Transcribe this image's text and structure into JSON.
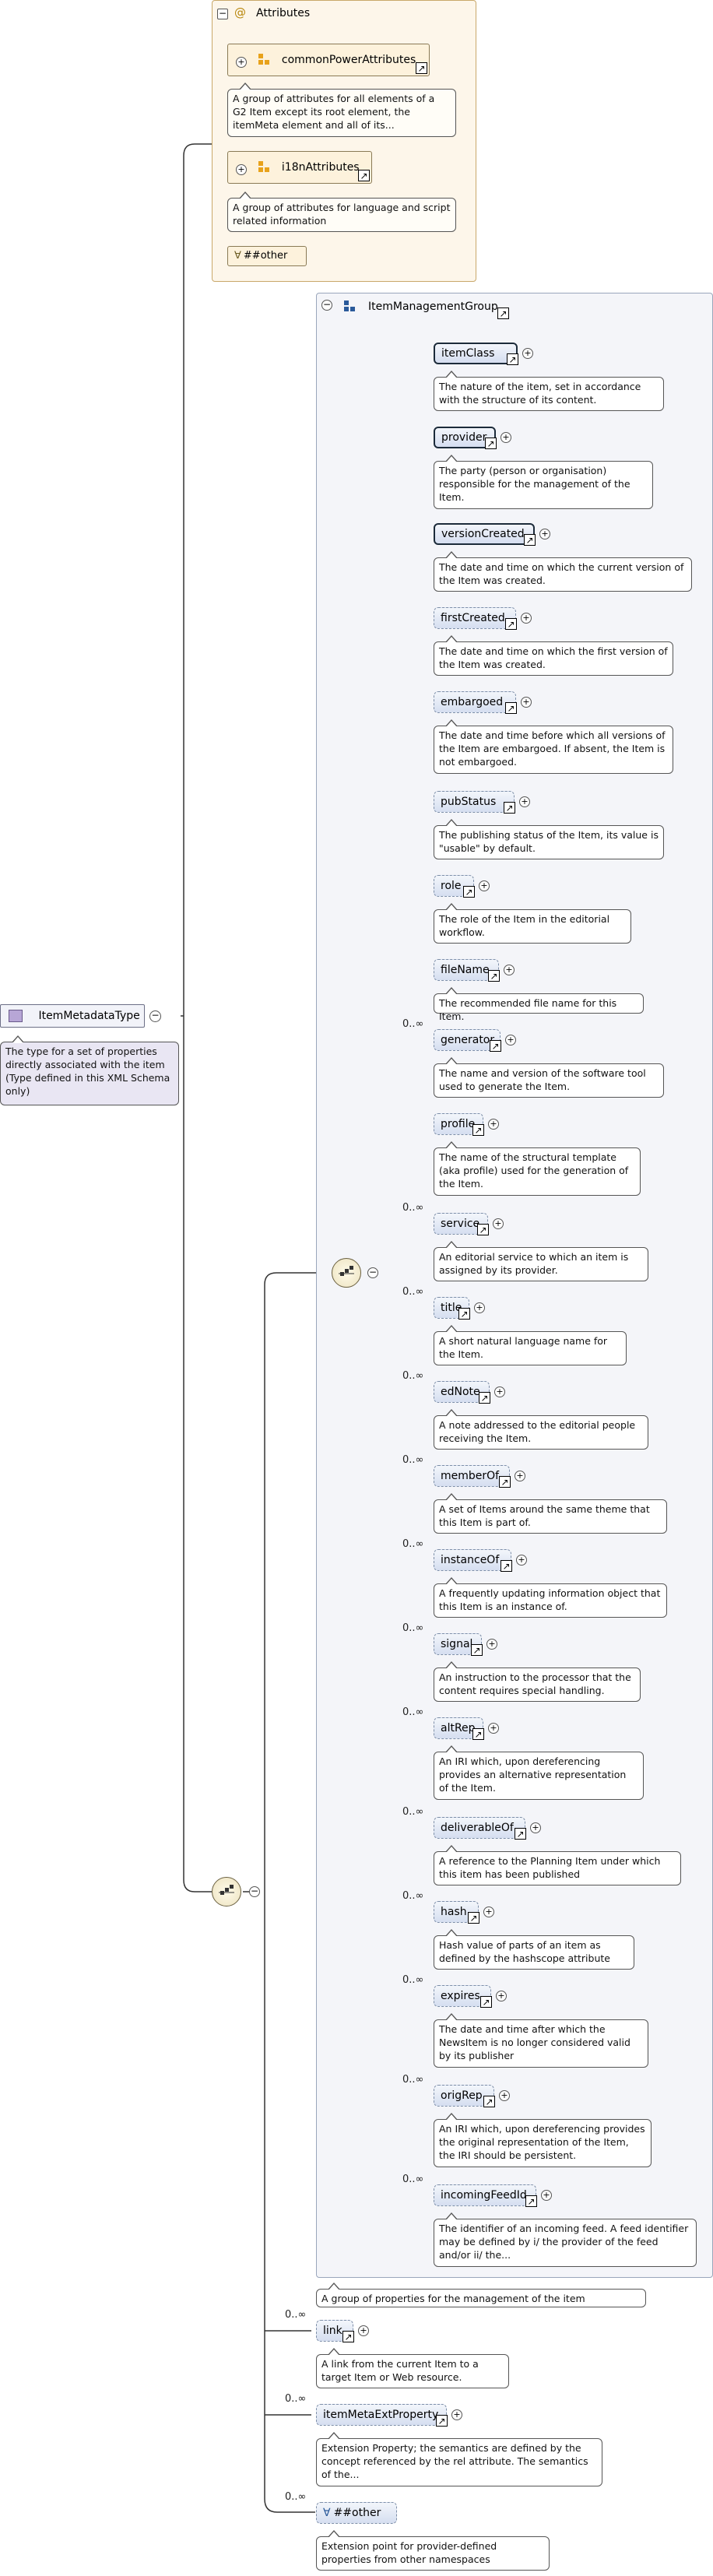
{
  "colors": {
    "element_fill": "#dbe3f2",
    "attribute_fill": "#fdf2dc",
    "group_fill": "#f4f5f9",
    "type_fill": "#f2f3f9",
    "type_desc_fill": "#e9e6f3"
  },
  "type": {
    "name": "ItemMetadataType",
    "description": "The type for a set of properties directly associated with the item (Type defined in this XML Schema only)"
  },
  "attributes": {
    "title": "Attributes",
    "items": [
      {
        "name": "commonPowerAttributes",
        "description": "A group of attributes for all elements of a G2 Item except its root element, the itemMeta element and all of its..."
      },
      {
        "name": "i18nAttributes",
        "description": "A group of attributes for language and script related information"
      }
    ],
    "other": "##other"
  },
  "group": {
    "name": "ItemManagementGroup",
    "description": "A group of properties for the management of the item",
    "elements": [
      {
        "name": "itemClass",
        "card": "",
        "description": "The nature of the item, set in accordance with the structure of its content."
      },
      {
        "name": "provider",
        "card": "",
        "description": "The party (person or organisation) responsible for the management of the Item."
      },
      {
        "name": "versionCreated",
        "card": "",
        "description": "The date and time on which the current version of the Item was created."
      },
      {
        "name": "firstCreated",
        "card": "",
        "description": "The date and time on which the first version of the Item was created."
      },
      {
        "name": "embargoed",
        "card": "",
        "description": "The date and time before which all versions of the Item are embargoed. If absent, the Item is not embargoed."
      },
      {
        "name": "pubStatus",
        "card": "",
        "description": "The publishing status of the Item, its value is \"usable\" by default."
      },
      {
        "name": "role",
        "card": "",
        "description": "The role of the Item in the editorial workflow."
      },
      {
        "name": "fileName",
        "card": "",
        "description": "The recommended file name for this Item."
      },
      {
        "name": "generator",
        "card": "0..∞",
        "description": "The name and version of the software tool used to generate the Item."
      },
      {
        "name": "profile",
        "card": "",
        "description": "The name of the structural template (aka profile) used for the generation of the Item."
      },
      {
        "name": "service",
        "card": "0..∞",
        "description": "An editorial service to which an item is assigned by its provider."
      },
      {
        "name": "title",
        "card": "0..∞",
        "description": "A short natural language name for the Item."
      },
      {
        "name": "edNote",
        "card": "0..∞",
        "description": "A note addressed to the editorial people receiving the Item."
      },
      {
        "name": "memberOf",
        "card": "0..∞",
        "description": "A set of Items around the same theme that this Item is part of."
      },
      {
        "name": "instanceOf",
        "card": "0..∞",
        "description": "A frequently updating information object that this Item is an instance of."
      },
      {
        "name": "signal",
        "card": "0..∞",
        "description": "An instruction to the processor that the content requires special handling."
      },
      {
        "name": "altRep",
        "card": "0..∞",
        "description": "An IRI which, upon dereferencing provides an alternative representation of the Item."
      },
      {
        "name": "deliverableOf",
        "card": "0..∞",
        "description": "A reference to the Planning Item under which this item has been published"
      },
      {
        "name": "hash",
        "card": "0..∞",
        "description": "Hash value of parts of an item as defined by the hashscope attribute"
      },
      {
        "name": "expires",
        "card": "0..∞",
        "description": "The date and time after which the NewsItem is no longer considered valid by its publisher"
      },
      {
        "name": "origRep",
        "card": "0..∞",
        "description": "An IRI which, upon dereferencing provides the original representation of the Item, the IRI should be persistent."
      },
      {
        "name": "incomingFeedId",
        "card": "0..∞",
        "description": "The identifier of an incoming feed. A feed identifier may be defined by i/ the provider of the feed and/or ii/ the..."
      }
    ]
  },
  "outer": [
    {
      "name": "link",
      "card": "0..∞",
      "description": "A link from the current Item to a target Item or Web resource."
    },
    {
      "name": "itemMetaExtProperty",
      "card": "0..∞",
      "description": "Extension Property; the semantics are defined by the concept referenced by the rel attribute. The semantics of the..."
    },
    {
      "name": "##other",
      "card": "0..∞",
      "description": "Extension point for provider-defined properties from other namespaces"
    }
  ],
  "icons": {
    "collapse": "minus-icon",
    "expand": "plus-icon",
    "link": "link-arrow-icon",
    "sequence": "sequence-compositor-icon",
    "attribute_group": "attribute-group-icon",
    "any": "any-wildcard-icon"
  }
}
